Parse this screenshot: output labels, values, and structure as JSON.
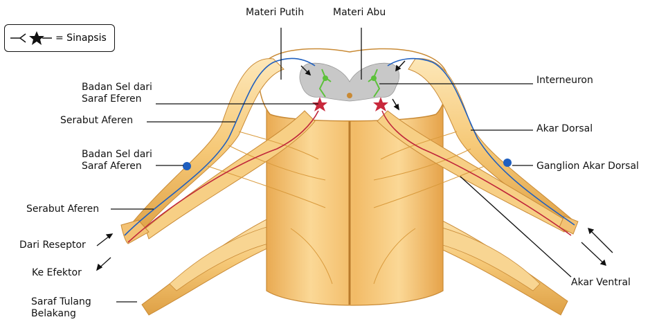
{
  "legend": {
    "text": "= Sinapsis",
    "symbol": "synapse-star-icon"
  },
  "labels": {
    "materi_putih": "Materi Putih",
    "materi_abu": "Materi Abu",
    "interneuron": "Interneuron",
    "badan_sel_eferen": [
      "Badan Sel dari",
      "Saraf Eferen"
    ],
    "serabut_aferen_top": "Serabut Aferen",
    "akar_dorsal": "Akar Dorsal",
    "badan_sel_aferen": [
      "Badan Sel dari",
      "Saraf Aferen"
    ],
    "ganglion": "Ganglion Akar Dorsal",
    "serabut_aferen_bottom": "Serabut Aferen",
    "dari_reseptor": "Dari Reseptor",
    "ke_efektor": "Ke Efektor",
    "akar_ventral": "Akar Ventral",
    "saraf_tulang": [
      "Saraf Tulang",
      "Belakang"
    ]
  },
  "colors": {
    "tissue": "#f6c978",
    "tissue_light": "#fde6b4",
    "tissue_dark": "#d99a3c",
    "grey_matter": "#c8c8c8",
    "afferent": "#1f5fbf",
    "efferent": "#c0263a",
    "interneuron": "#5cc13a",
    "synapse": "#c8283c"
  }
}
